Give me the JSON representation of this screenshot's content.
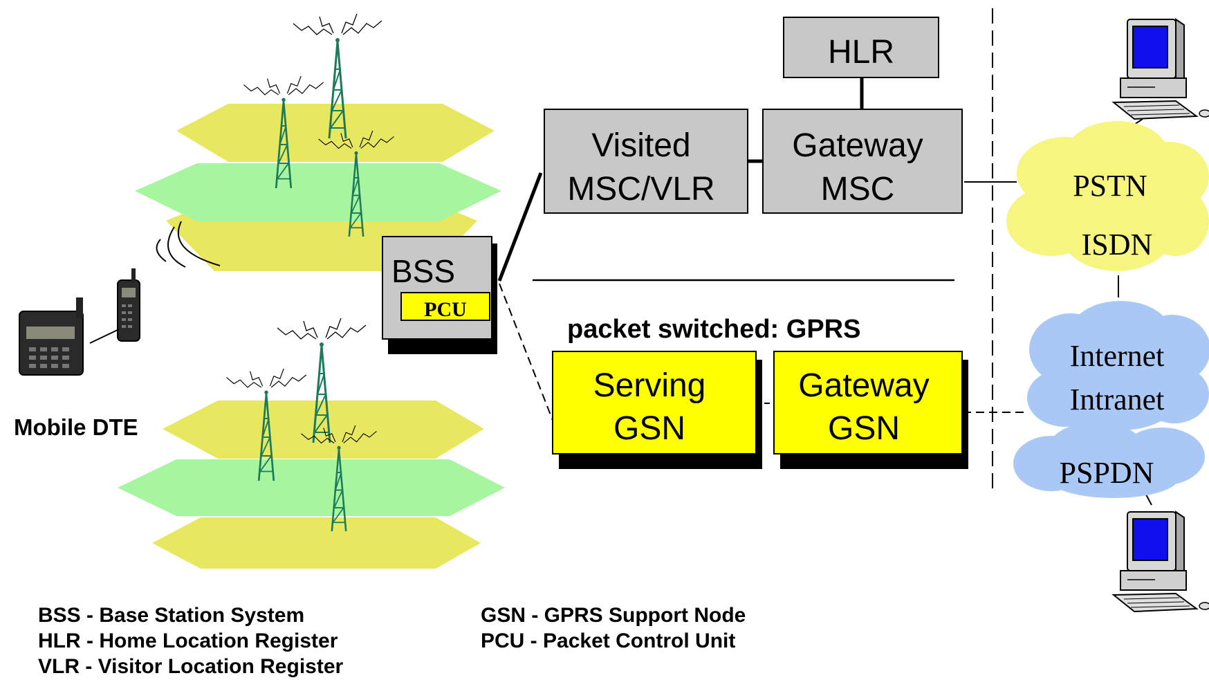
{
  "nodes": {
    "hlr": "HLR",
    "visited_msc": [
      "Visited",
      "MSC/VLR"
    ],
    "gateway_msc": [
      "Gateway",
      "MSC"
    ],
    "bss": "BSS",
    "pcu": "PCU",
    "serving_gsn": [
      "Serving",
      "GSN"
    ],
    "gateway_gsn": [
      "Gateway",
      "GSN"
    ]
  },
  "clouds": {
    "pstn": "PSTN",
    "isdn": "ISDN",
    "internet": "Internet",
    "intranet": "Intranet",
    "pspdn": "PSPDN"
  },
  "labels": {
    "packet_switched": "packet switched: GPRS",
    "mobile_dte": "Mobile DTE"
  },
  "legend": {
    "left": [
      "BSS - Base Station System",
      "HLR - Home Location Register",
      "VLR - Visitor Location Register"
    ],
    "right": [
      "GSN - GPRS Support Node",
      "PCU - Packet Control Unit"
    ]
  },
  "colors": {
    "circuit_node_fill": "#c8c8c8",
    "packet_node_fill": "#ffff00",
    "cell_yellow": "#e8e860",
    "cell_green": "#a8f5a0",
    "cloud_yellow": "#f5f580",
    "cloud_blue": "#aac8f5",
    "tower_green": "#1a7a5a",
    "screen_blue": "#1010ee"
  },
  "icons": [
    "antenna-tower-icon",
    "mobile-terminal-icon",
    "mobile-phone-icon",
    "radio-waves-icon",
    "desktop-computer-icon"
  ]
}
